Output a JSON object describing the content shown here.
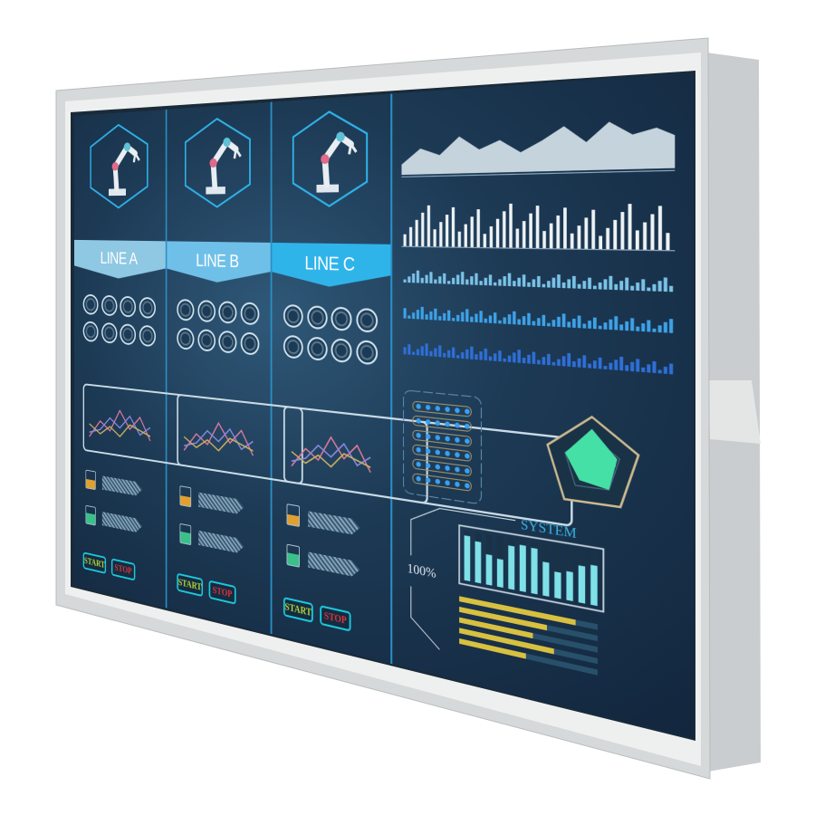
{
  "lines": [
    {
      "label": "LINE A",
      "color": "#8fc8e2",
      "start": "START",
      "stop": "STOP"
    },
    {
      "label": "LINE B",
      "color": "#6fc0e8",
      "start": "START",
      "stop": "STOP"
    },
    {
      "label": "LINE C",
      "color": "#2fb4ea",
      "start": "START",
      "stop": "STOP"
    }
  ],
  "system": {
    "title": "SYSTEM",
    "percent_label": "100%",
    "bar_levels": [
      0.9,
      0.82,
      0.6,
      0.55,
      0.85,
      0.9,
      0.88,
      0.65,
      0.5,
      0.55,
      0.7,
      0.75
    ],
    "stripe_progress": [
      0.85,
      0.65,
      0.55,
      0.7,
      0.5
    ]
  },
  "radar_values": [
    0.75,
    0.55,
    0.6,
    0.45,
    0.6
  ],
  "colors": {
    "accent": "#2a8fc8",
    "start": "#b6d83a",
    "stop": "#e0343e",
    "radar": "#45e0a5"
  }
}
